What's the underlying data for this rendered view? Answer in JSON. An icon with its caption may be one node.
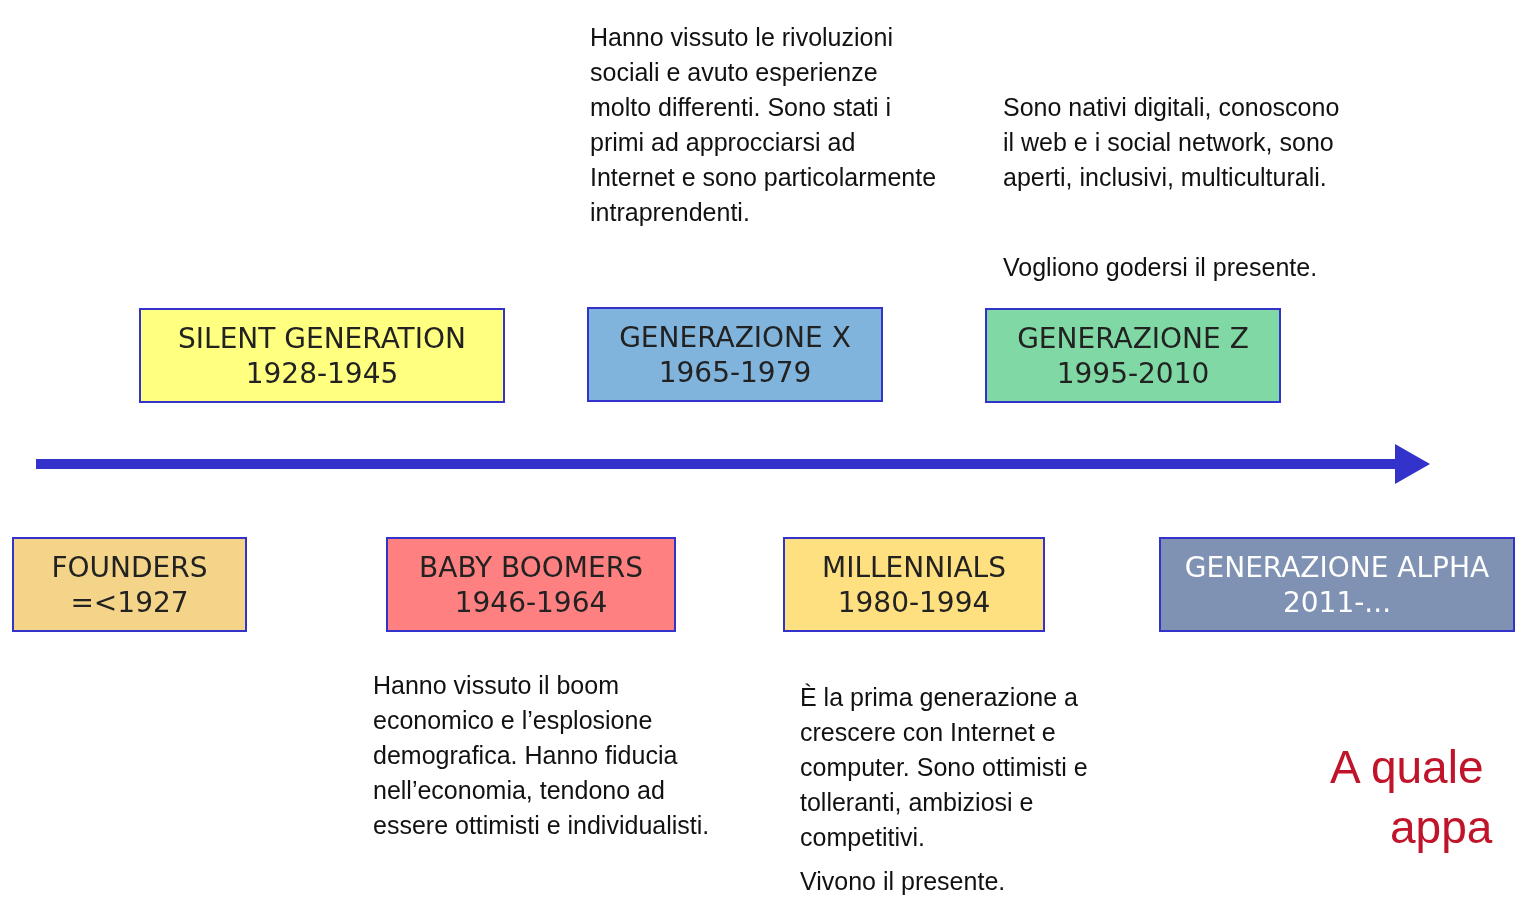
{
  "diagram": {
    "nodes": [
      {
        "text": [
          "SILENT GENERATION",
          "1928-1945"
        ]
      },
      {
        "text": [
          "GENERAZIONE X",
          "1965-1979"
        ],
        "beside": [
          "Hanno vissuto le rivoluzioni sociali e avuto esperienze molto differenti. Sono stati i primi ad approcciarsi ad Internet e sono particolarmente intraprendenti."
        ]
      },
      {
        "text": [
          "GENERAZIONE Z",
          "1995-2010"
        ],
        "beside": [
          "Sono nativi digitali, conoscono il web e i social network, sono aperti, inclusivi, multiculturali.",
          "Vogliono godersi il presente."
        ]
      },
      {
        "text": [
          "FOUNDERS",
          "=<1927"
        ]
      },
      {
        "text": [
          "BABY BOOMERS",
          "1946-1964"
        ],
        "beside": [
          "Hanno vissuto il boom economico e l’esplosione demografica. Hanno fiducia nell’economia, tendono ad essere ottimisti e individualisti."
        ]
      },
      {
        "text": [
          "MILLENNIALS",
          "1980-1994"
        ],
        "beside": [
          "È la prima generazione a crescere con Internet e computer. Sono ottimisti e tolleranti, ambiziosi e competitivi.",
          "Vivono il presente."
        ]
      },
      {
        "text": [
          "GENERAZIONE ALPHA",
          "2011-..."
        ]
      }
    ],
    "edges": [],
    "labels": [
      "A quale",
      "appa"
    ]
  }
}
